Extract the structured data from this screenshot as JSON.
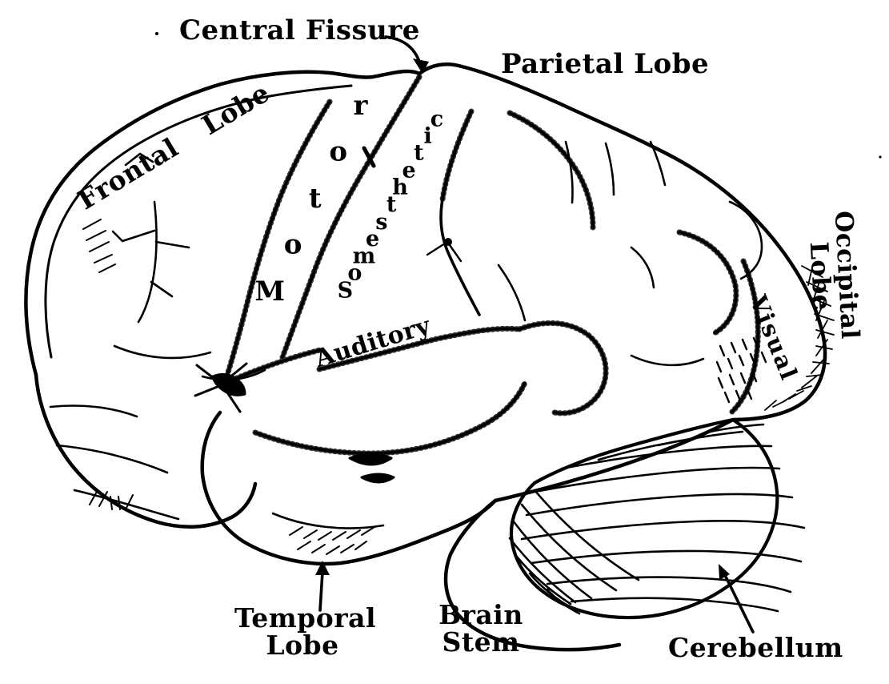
{
  "diagram": {
    "subject": "Lateral view line drawing of the human brain",
    "ink_color": "#000000",
    "background_color": "#ffffff",
    "region_labels": {
      "central_fissure": "Central Fissure",
      "parietal_lobe": "Parietal Lobe",
      "frontal_lobe": "Frontal Lobe",
      "occipital_lobe": {
        "line1": "Occipital",
        "line2": "Lobe"
      },
      "temporal_lobe": {
        "line1": "Temporal",
        "line2": "Lobe"
      },
      "brain_stem": {
        "line1": "Brain",
        "line2": "Stem"
      },
      "cerebellum": "Cerebellum"
    },
    "functional_areas": {
      "motor": "Motor",
      "somesthetic": "Somesthetic",
      "auditory": "Auditory",
      "visual": "Visual"
    },
    "arrows": [
      {
        "name": "central-fissure-arrow",
        "points_to": "central fissure notch at top of brain"
      },
      {
        "name": "temporal-lobe-arrow",
        "points_to": "underside of temporal lobe"
      },
      {
        "name": "cerebellum-arrow",
        "points_to": "cerebellum"
      }
    ]
  }
}
